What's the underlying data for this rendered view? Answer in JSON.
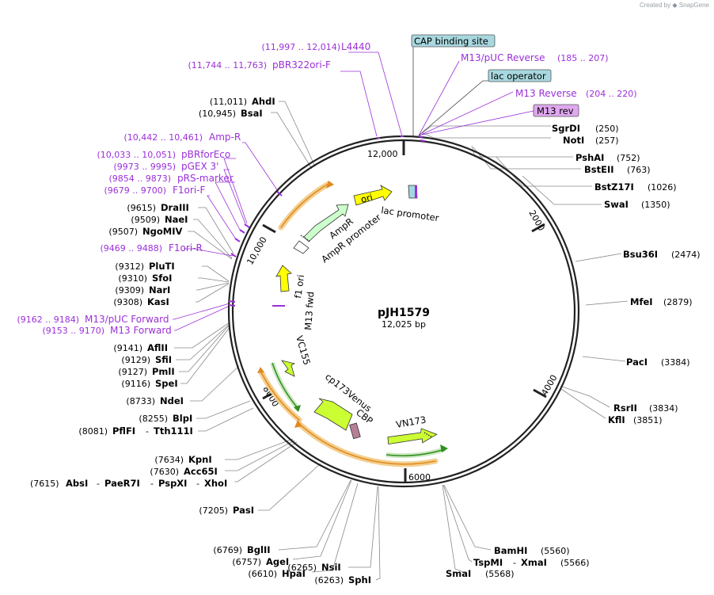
{
  "app": {
    "credit_prefix": "Created by",
    "brand": "SnapGene"
  },
  "plasmid": {
    "name": "pJH1579",
    "size_label": "12,025 bp"
  },
  "tick_labels": [
    "12,000",
    "2000",
    "4000",
    "6000",
    "8000",
    "10,000"
  ],
  "enzymes_right": [
    {
      "name": "SgrDI",
      "pos": "(250)"
    },
    {
      "name": "NotI",
      "pos": "(257)"
    },
    {
      "name": "PshAI",
      "pos": "(752)"
    },
    {
      "name": "BstEII",
      "pos": "(763)"
    },
    {
      "name": "BstZ17I",
      "pos": "(1026)"
    },
    {
      "name": "SwaI",
      "pos": "(1350)"
    },
    {
      "name": "Bsu36I",
      "pos": "(2474)"
    },
    {
      "name": "MfeI",
      "pos": "(2879)"
    },
    {
      "name": "PacI",
      "pos": "(3384)"
    },
    {
      "name": "RsrII",
      "pos": "(3834)"
    },
    {
      "name": "KflI",
      "pos": "(3851)"
    }
  ],
  "enzymes_bottom_right": [
    {
      "name": "BamHI",
      "pos": "(5560)"
    },
    {
      "name": "TspMI",
      "sep": "-",
      "name2": "XmaI",
      "pos": "(5566)"
    },
    {
      "name": "SmaI",
      "pos": "(5568)"
    }
  ],
  "enzymes_left": [
    {
      "name": "AhdI",
      "pos": "(11,011)"
    },
    {
      "name": "BsaI",
      "pos": "(10,945)"
    },
    {
      "name": "DraIII",
      "pos": "(9615)"
    },
    {
      "name": "NaeI",
      "pos": "(9509)"
    },
    {
      "name": "NgoMIV",
      "pos": "(9507)"
    },
    {
      "name": "PluTI",
      "pos": "(9312)"
    },
    {
      "name": "SfoI",
      "pos": "(9310)"
    },
    {
      "name": "NarI",
      "pos": "(9309)"
    },
    {
      "name": "KasI",
      "pos": "(9308)"
    },
    {
      "name": "AflII",
      "pos": "(9141)"
    },
    {
      "name": "SfiI",
      "pos": "(9129)"
    },
    {
      "name": "PmlI",
      "pos": "(9127)"
    },
    {
      "name": "SpeI",
      "pos": "(9116)"
    },
    {
      "name": "NdeI",
      "pos": "(8733)"
    },
    {
      "name": "BlpI",
      "pos": "(8255)"
    },
    {
      "name": "PflFI",
      "sep": "-",
      "name2": "Tth111I",
      "pos": "(8081)"
    },
    {
      "name": "KpnI",
      "pos": "(7634)"
    },
    {
      "name": "Acc65I",
      "pos": "(7630)"
    },
    {
      "name": "PasI",
      "pos": "(7205)"
    },
    {
      "name": "BglII",
      "pos": "(6769)"
    },
    {
      "name": "AgeI",
      "pos": "(6757)"
    },
    {
      "name": "HpaI",
      "pos": "(6610)"
    },
    {
      "name": "NsiI",
      "pos": "(6265)"
    },
    {
      "name": "SphI",
      "pos": "(6263)"
    }
  ],
  "xho_line": {
    "pos": "(7615)",
    "n1": "AbsI",
    "n2": "PaeR7I",
    "n3": "PspXI",
    "n4": "XhoI",
    "sep": "-"
  },
  "primers": [
    {
      "name": "L4440",
      "pos": "(11,997 .. 12,014)"
    },
    {
      "name": "pBR322ori-F",
      "pos": "(11,744 .. 11,763)"
    },
    {
      "name": "M13/pUC Reverse",
      "pos": "(185 .. 207)"
    },
    {
      "name": "M13 Reverse",
      "pos": "(204 .. 220)"
    },
    {
      "name": "Amp-R",
      "pos": "(10,442 .. 10,461)"
    },
    {
      "name": "pBRforEco",
      "pos": "(10,033 .. 10,051)"
    },
    {
      "name": "pGEX 3'",
      "pos": "(9973 .. 9995)"
    },
    {
      "name": "pRS-marker",
      "pos": "(9854 .. 9873)"
    },
    {
      "name": "F1ori-F",
      "pos": "(9679 .. 9700)"
    },
    {
      "name": "F1ori-R",
      "pos": "(9469 .. 9488)"
    },
    {
      "name": "M13/pUC Forward",
      "pos": "(9162 .. 9184)"
    },
    {
      "name": "M13 Forward",
      "pos": "(9153 .. 9170)"
    }
  ],
  "boxed_labels": [
    "CAP binding site",
    "lac operator",
    "M13 rev"
  ],
  "feature_labels": [
    "ori",
    "lac promoter",
    "AmpR",
    "AmpR promoter",
    "f1 ori",
    "M13 fwd",
    "VC155",
    "cp173Venus",
    "CBP",
    "VN173"
  ],
  "colors": {
    "backbone": "#222222",
    "primer": "#9b30d9",
    "feature_yellow": "#ffff00",
    "feature_green": "#ccffcc",
    "feature_lime": "#ccff33",
    "orange_arc": "#e8a640",
    "green_arc": "#3aa02a",
    "cap_box": "#a8d8df",
    "mrev_box": "#e0a8f0",
    "cbp": "#b77f95"
  }
}
